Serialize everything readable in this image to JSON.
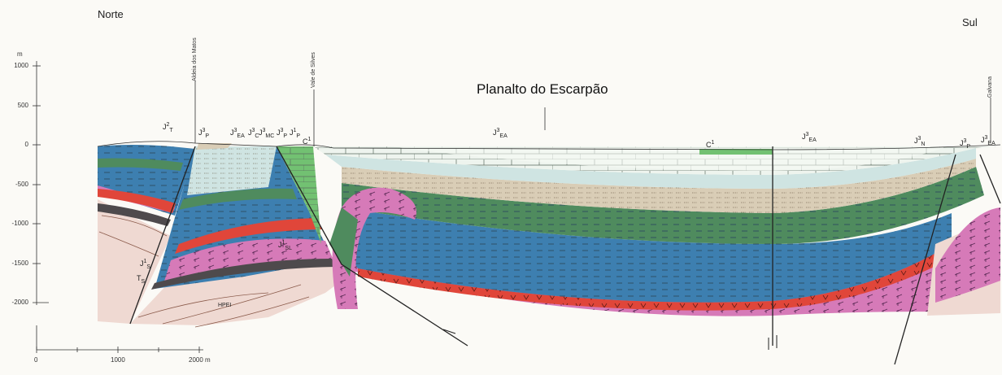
{
  "directions": {
    "north": "Norte",
    "south": "Sul"
  },
  "title": "Planalto do Escarpão",
  "vertical_scale": {
    "unit": "m",
    "ticks": [
      "1000",
      "500",
      "0",
      "-500",
      "-1000",
      "-1500",
      "-2000"
    ]
  },
  "horizontal_scale": {
    "ticks": [
      "0",
      "1000",
      "2000 m"
    ]
  },
  "place_names": [
    "Aldeia dos Matos",
    "Vale de Silves",
    "Galvana"
  ],
  "formation_labels": [
    {
      "base": "J",
      "sup": "2",
      "sub": "T"
    },
    {
      "base": "J",
      "sup": "3",
      "sub": "P"
    },
    {
      "base": "J",
      "sup": "3",
      "sub": "EA"
    },
    {
      "base": "J",
      "sup": "3",
      "sub": "C"
    },
    {
      "base": "J",
      "sup": "3",
      "sub": "MC"
    },
    {
      "base": "J",
      "sup": "3",
      "sub": "P"
    },
    {
      "base": "J",
      "sup": "1",
      "sub": "P"
    },
    {
      "base": "C",
      "sup": "1",
      "sub": ""
    },
    {
      "base": "J",
      "sup": "3",
      "sub": "EA"
    },
    {
      "base": "C",
      "sup": "1",
      "sub": ""
    },
    {
      "base": "J",
      "sup": "3",
      "sub": "EA"
    },
    {
      "base": "J",
      "sup": "3",
      "sub": "N"
    },
    {
      "base": "J",
      "sup": "3",
      "sub": "P"
    },
    {
      "base": "J",
      "sup": "3",
      "sub": "EA"
    },
    {
      "base": "J",
      "sup": "1",
      "sub": "S"
    },
    {
      "base": "T",
      "sup": "",
      "sub": "S"
    },
    {
      "base": "J",
      "sup": "1",
      "sub": "SL"
    }
  ],
  "small_labels": [
    "HPEI"
  ],
  "colors": {
    "limestone_white": "#eef4ee",
    "pale_blue": "#cfe4e2",
    "tan_marl": "#d9cdb6",
    "green": "#4f8b5e",
    "light_green": "#72c172",
    "blue": "#3d7fb0",
    "pink": "#d67ab8",
    "red": "#e0463a",
    "dark_grey": "#4e4a4c",
    "basement": "#efd9d2",
    "brown_line": "#8a5a4a"
  }
}
